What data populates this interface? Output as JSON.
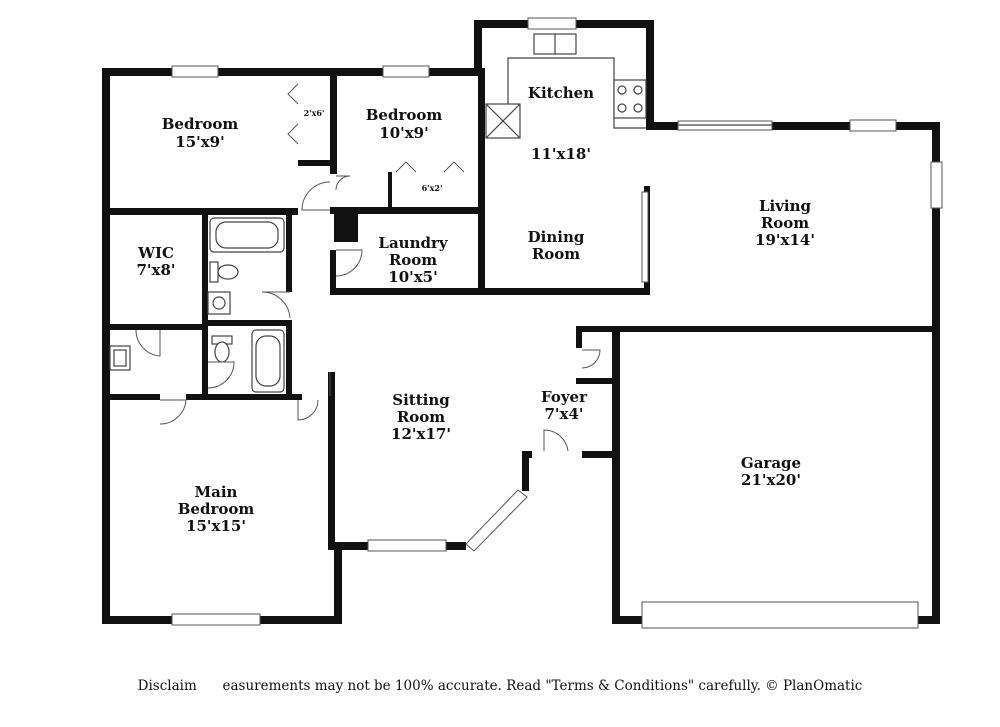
{
  "rooms": {
    "bedroom_1": {
      "name": "Bedroom",
      "size": "15'x9'"
    },
    "bedroom_2": {
      "name": "Bedroom",
      "size": "10'x9'"
    },
    "kitchen": {
      "name": "Kitchen",
      "size": "11'x18'"
    },
    "dining": {
      "name_line1": "Dining",
      "name_line2": "Room"
    },
    "living": {
      "name_line1": "Living",
      "name_line2": "Room",
      "size": "19'x14'"
    },
    "wic": {
      "name": "WIC",
      "size": "7'x8'"
    },
    "laundry": {
      "name_line1": "Laundry",
      "name_line2": "Room",
      "size": "10'x5'"
    },
    "sitting": {
      "name_line1": "Sitting",
      "name_line2": "Room",
      "size": "12'x17'"
    },
    "foyer": {
      "name": "Foyer",
      "size": "7'x4'"
    },
    "garage": {
      "name": "Garage",
      "size": "21'x20'"
    },
    "main_bedroom": {
      "name_line1": "Main",
      "name_line2": "Bedroom",
      "size": "15'x15'"
    }
  },
  "closets": {
    "closet_a": "2'x6'",
    "closet_b": "6'x2'"
  },
  "disclaimer": "Disclaim      easurements may not be 100% accurate. Read \"Terms & Conditions\" carefully. © PlanOmatic"
}
